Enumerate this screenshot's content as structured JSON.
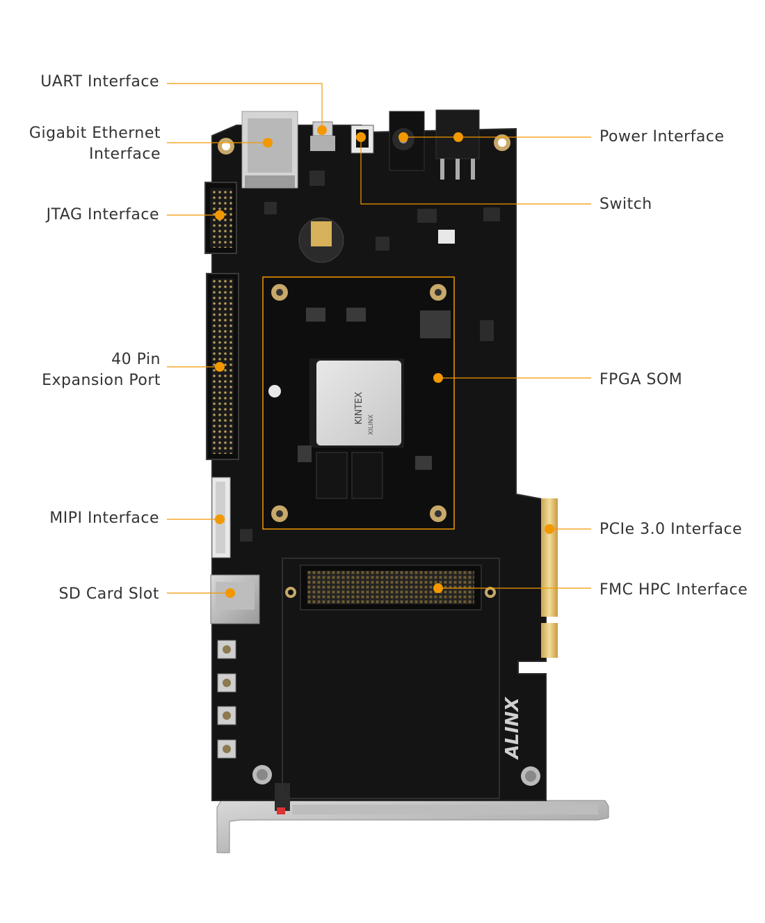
{
  "accent": "#F39800",
  "board": {
    "logo": "ALINX",
    "chip_brand": "KINTEX",
    "chip_vendor": "XILINX"
  },
  "labels": {
    "uart": "UART Interface",
    "ethernet_line1": "Gigabit Ethernet",
    "ethernet_line2": "Interface",
    "jtag": "JTAG Interface",
    "pin40_line1": "40 Pin",
    "pin40_line2": "Expansion Port",
    "mipi": "MIPI Interface",
    "sdcard": "SD Card Slot",
    "power": "Power Interface",
    "switch": "Switch",
    "fpga": "FPGA SOM",
    "pcie": "PCIe 3.0 Interface",
    "fmc": "FMC HPC Interface"
  }
}
